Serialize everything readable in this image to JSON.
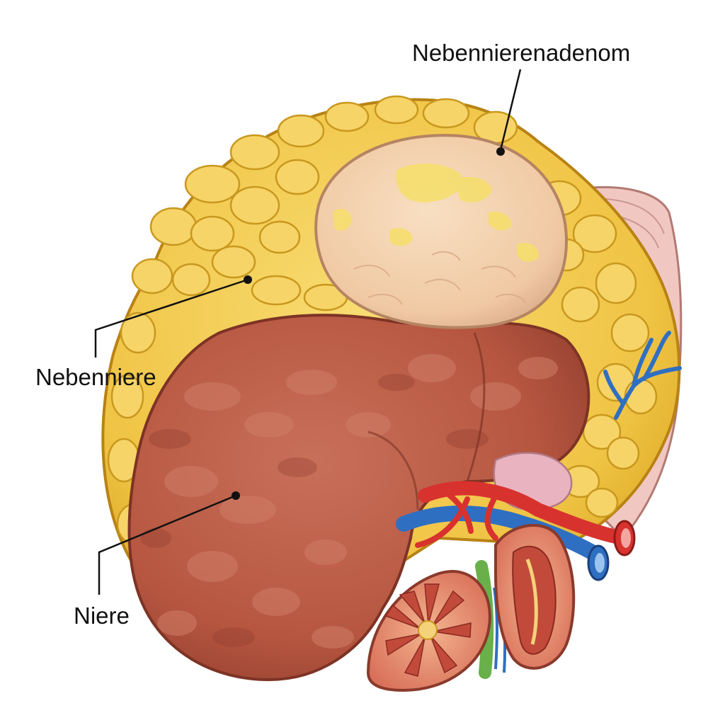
{
  "labels": {
    "adrenal_adenoma": "Nebennierenadenom",
    "adrenal_gland": "Nebenniere",
    "kidney": "Niere"
  },
  "colors": {
    "background": "#ffffff",
    "fat": "#f2c94c",
    "fat_dark": "#d9a520",
    "adenoma": "#f3d2b0",
    "adenoma_spot": "#f6df6a",
    "kidney": "#b85a45",
    "kidney_dark": "#8a3a2c",
    "kidney_light": "#d47f68",
    "artery": "#d8322f",
    "vein": "#2f6fc2",
    "ureter": "#69b04a",
    "leader_line": "#111111"
  }
}
